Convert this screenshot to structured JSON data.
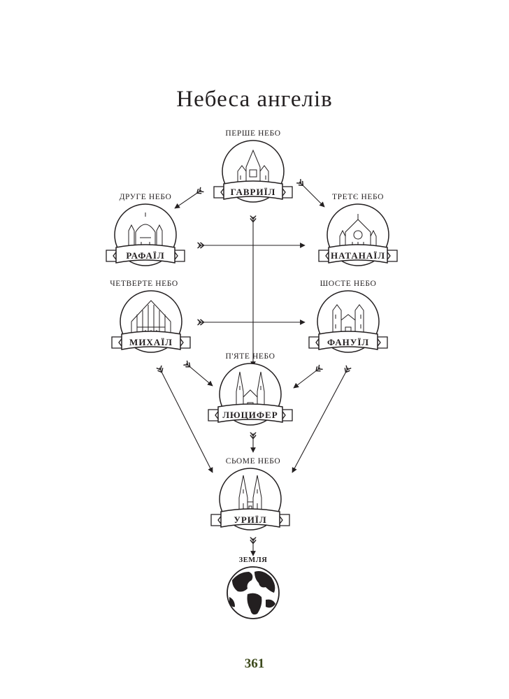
{
  "title": "Небеса ангелів",
  "page_number": "361",
  "heavens": [
    {
      "heaven": "ПЕРШЕ НЕБО",
      "angel": "ГАВРИЇЛ"
    },
    {
      "heaven": "ДРУГЕ НЕБО",
      "angel": "РАФАЇЛ"
    },
    {
      "heaven": "ТРЕТЄ НЕБО",
      "angel": "НАТАНАЇЛ"
    },
    {
      "heaven": "ЧЕТВЕРТЕ НЕБО",
      "angel": "МИХАЇЛ"
    },
    {
      "heaven": "ШОСТЕ НЕБО",
      "angel": "ФАНУЇЛ"
    },
    {
      "heaven": "П'ЯТЕ НЕБО",
      "angel": "ЛЮЦИФЕР"
    },
    {
      "heaven": "СЬОМЕ НЕБО",
      "angel": "УРИЇЛ"
    }
  ],
  "earth": {
    "label": "ЗЕМЛЯ"
  },
  "icons": {
    "building": "cathedral-icon",
    "globe": "globe-icon",
    "banner": "ribbon-banner"
  },
  "colors": {
    "ink": "#231f20",
    "page_number": "#3d4a1c"
  }
}
